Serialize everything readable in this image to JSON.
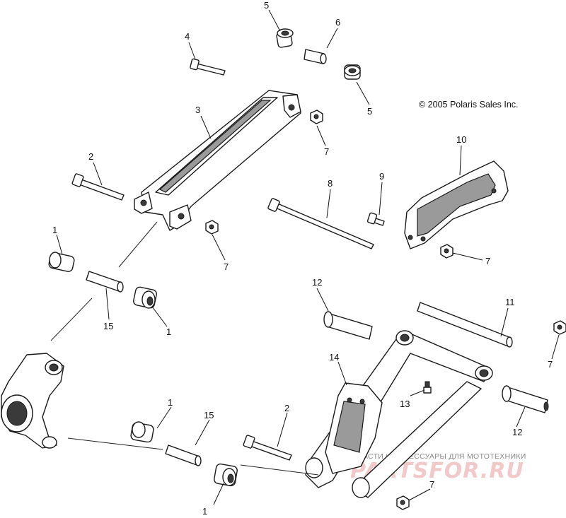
{
  "copyright": "© 2005 Polaris Sales Inc.",
  "watermark": {
    "line1": "ЗАПЧАСТИ И АКСЕССУАРЫ ДЛЯ МОТОТЕХНИКИ",
    "line2": "PARTSFOR.RU"
  },
  "callouts": {
    "c1a": "1",
    "c1b": "1",
    "c1c": "1",
    "c1d": "1",
    "c2a": "2",
    "c2b": "2",
    "c3": "3",
    "c4": "4",
    "c5a": "5",
    "c5b": "5",
    "c6": "6",
    "c7a": "7",
    "c7b": "7",
    "c7c": "7",
    "c7d": "7",
    "c7e": "7",
    "c8": "8",
    "c9": "9",
    "c10": "10",
    "c11": "11",
    "c12a": "12",
    "c12b": "12",
    "c13": "13",
    "c14": "14",
    "c15a": "15",
    "c15b": "15"
  }
}
